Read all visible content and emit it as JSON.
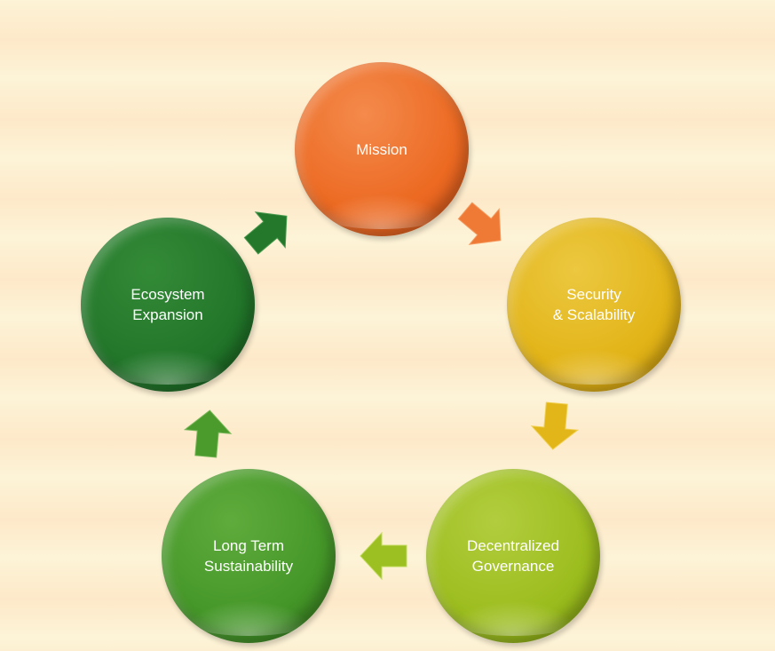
{
  "nodes": [
    {
      "label": "Mission",
      "color": "#ee6b25"
    },
    {
      "label": "Security\n& Scalability",
      "color": "#e3b818"
    },
    {
      "label": "Decentralized\nGovernance",
      "color": "#9fbe1e"
    },
    {
      "label": "Long Term\nSustainability",
      "color": "#4b9a2a"
    },
    {
      "label": "Ecosystem\nExpansion",
      "color": "#23782a"
    }
  ]
}
